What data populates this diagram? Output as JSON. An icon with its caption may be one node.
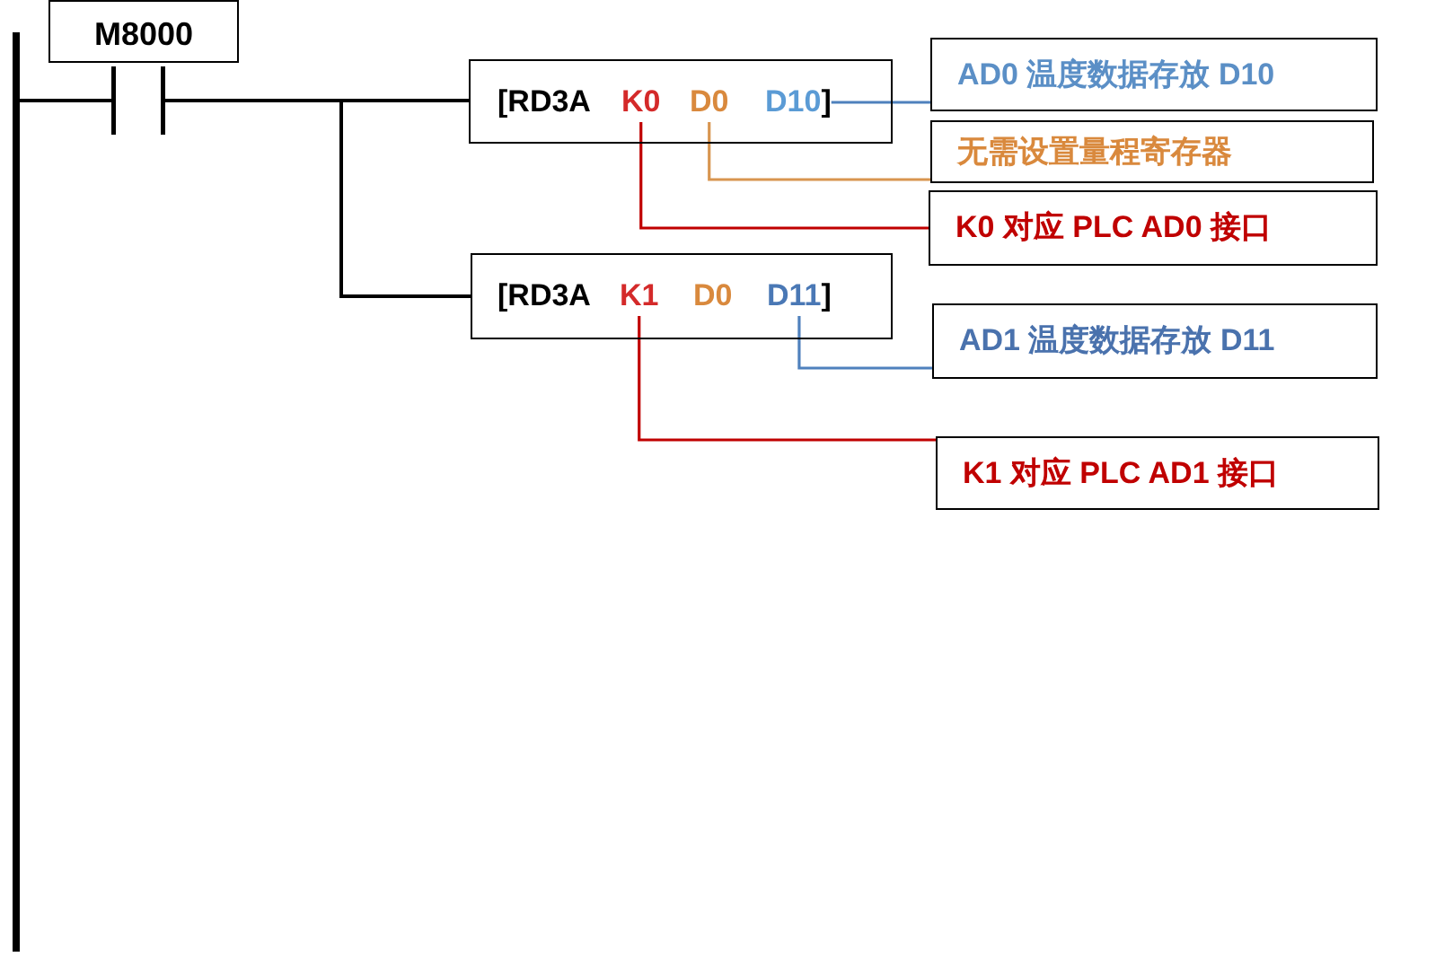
{
  "diagram": {
    "nodes": [
      {
        "text": [],
        "shape": "bar"
      },
      {
        "text": [
          "M8000"
        ]
      },
      {
        "text": [],
        "shape": "contact"
      },
      {
        "text": [
          "[RD3A"
        ]
      },
      {
        "text": [
          "K0"
        ],
        "in": 3
      },
      {
        "text": [
          "D0"
        ],
        "in": 3
      },
      {
        "text": [
          "D10",
          "]"
        ],
        "in": 3
      },
      {
        "text": [
          "AD0 温度数据存放 D10"
        ]
      },
      {
        "text": [
          "无需设置量程寄存器"
        ]
      },
      {
        "text": [
          "K0 对应 PLC AD0 接口"
        ]
      },
      {
        "text": [
          "[RD3A",
          "D0"
        ]
      },
      {
        "text": [
          "K1"
        ],
        "in": 10
      },
      {
        "text": [
          "D11",
          "]"
        ],
        "in": 10
      },
      {
        "text": [
          "AD1 温度数据存放 D11"
        ]
      },
      {
        "text": [
          "K1 对应 PLC AD1 接口"
        ]
      }
    ],
    "edges": [
      {
        "from": 0,
        "to": 2,
        "arrow": "none"
      },
      {
        "from": 2,
        "to": 3,
        "arrow": "none"
      },
      {
        "from": 2,
        "to": 10,
        "arrow": "none"
      },
      {
        "from": 6,
        "to": 7,
        "arrow": "none",
        "color": "#4f81bd"
      },
      {
        "from": 5,
        "to": 8,
        "arrow": "none",
        "color": "#d8954f"
      },
      {
        "from": 4,
        "to": 9,
        "arrow": "none",
        "color": "#c00000"
      },
      {
        "from": 12,
        "to": 13,
        "arrow": "none",
        "color": "#4f81bd"
      },
      {
        "from": 11,
        "to": 14,
        "arrow": "none",
        "color": "#c00000"
      }
    ]
  }
}
